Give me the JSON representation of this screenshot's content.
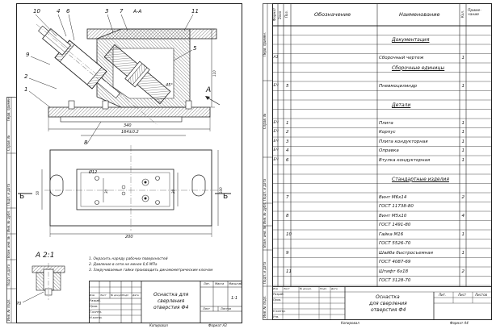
{
  "sheet1": {
    "callouts": [
      "10",
      "4",
      "6",
      "3",
      "7",
      "11",
      "9",
      "5",
      "2",
      "1",
      "8",
      "A"
    ],
    "section_label": "A-A",
    "view_label": "A 2:1",
    "section_arrow": "Б",
    "dims": {
      "d340": "340",
      "d164": "164±0.2",
      "d200": "200",
      "d70": "70",
      "d50": "50",
      "d20": "20",
      "d30": "30",
      "d100": "100",
      "d110": "110",
      "d45": "45°",
      "phi12": "Ø12"
    },
    "notes": [
      "1. Окрасить наряду рабочих поверхностей",
      "2. Давление в сети не менее 0,6 МПа",
      "3. Закручиваемые гайки производить динамометрическим ключом"
    ],
    "title_block": {
      "title": [
        "Оснастка для",
        "сверления",
        "отверстия Ф4"
      ],
      "lit_header": "Лит.",
      "mass_header": "Масса",
      "scale_header": "Масштаб",
      "scale_value": "1:1",
      "sheet_label": "Лист",
      "sheets_label": "Листов",
      "roles": [
        "Разраб.",
        "Пров.",
        "Т.контр.",
        "Н.контр.",
        "Утв."
      ],
      "cols": [
        "Изм",
        "Лист",
        "№ докум.",
        "Подп",
        "Дата"
      ]
    },
    "footer": {
      "copied": "Копировал",
      "format": "Формат А3"
    },
    "margin_labels": [
      "Перв. примен.",
      "Справ. №",
      "Подп. и дата",
      "Инв. № дубл.",
      "Взам. инв. №",
      "Подп. и дата",
      "Инв. № подл."
    ]
  },
  "sheet2": {
    "headers": {
      "format": "Формат",
      "zone": "Зона",
      "pos": "Поз.",
      "designation": "Обозначение",
      "name": "Наименование",
      "qty": "Кол.",
      "note": "Приме-чание"
    },
    "rows": [
      {
        "f": "",
        "p": "",
        "name": "",
        "q": "",
        "heading": false
      },
      {
        "f": "",
        "p": "",
        "name": "Документация",
        "q": "",
        "heading": true
      },
      {
        "f": "",
        "p": "",
        "name": "",
        "q": "",
        "heading": false
      },
      {
        "f": "А1",
        "p": "",
        "name": "Сборочный чертеж",
        "q": "1",
        "heading": false
      },
      {
        "f": "",
        "p": "",
        "name": "Сборочные единицы",
        "q": "",
        "heading": true
      },
      {
        "f": "",
        "p": "",
        "name": "",
        "q": "",
        "heading": false
      },
      {
        "f": "БЧ",
        "p": "5",
        "name": "Пневмоцилиндр",
        "q": "1",
        "heading": false
      },
      {
        "f": "",
        "p": "",
        "name": "",
        "q": "",
        "heading": false
      },
      {
        "f": "",
        "p": "",
        "name": "Детали",
        "q": "",
        "heading": true
      },
      {
        "f": "",
        "p": "",
        "name": "",
        "q": "",
        "heading": false
      },
      {
        "f": "БЧ",
        "p": "1",
        "name": "Плита",
        "q": "1",
        "heading": false
      },
      {
        "f": "БЧ",
        "p": "2",
        "name": "Корпус",
        "q": "1",
        "heading": false
      },
      {
        "f": "БЧ",
        "p": "3",
        "name": "Плита кондукторная",
        "q": "1",
        "heading": false
      },
      {
        "f": "БЧ",
        "p": "4",
        "name": "Оправка",
        "q": "1",
        "heading": false
      },
      {
        "f": "БЧ",
        "p": "6",
        "name": "Втулка кондукторная",
        "q": "1",
        "heading": false
      },
      {
        "f": "",
        "p": "",
        "name": "",
        "q": "",
        "heading": false
      },
      {
        "f": "",
        "p": "",
        "name": "Стандартные изделия",
        "q": "",
        "heading": true
      },
      {
        "f": "",
        "p": "",
        "name": "",
        "q": "",
        "heading": false
      },
      {
        "f": "",
        "p": "7",
        "name": "Винт М6х14",
        "q": "2",
        "heading": false
      },
      {
        "f": "",
        "p": "",
        "name": "ГОСТ 11738-80",
        "q": "",
        "heading": false
      },
      {
        "f": "",
        "p": "8",
        "name": "Винт М5х10",
        "q": "4",
        "heading": false
      },
      {
        "f": "",
        "p": "",
        "name": "ГОСТ 1491-80",
        "q": "",
        "heading": false
      },
      {
        "f": "",
        "p": "10",
        "name": "Гайка М16",
        "q": "1",
        "heading": false
      },
      {
        "f": "",
        "p": "",
        "name": "ГОСТ 5526-70",
        "q": "",
        "heading": false
      },
      {
        "f": "",
        "p": "9",
        "name": "Шайба быстросъемная",
        "q": "1",
        "heading": false
      },
      {
        "f": "",
        "p": "",
        "name": "ГОСТ 4087-69",
        "q": "",
        "heading": false
      },
      {
        "f": "",
        "p": "11",
        "name": "Штифт 6х18",
        "q": "2",
        "heading": false
      },
      {
        "f": "",
        "p": "",
        "name": "ГОСТ 3128-70",
        "q": "",
        "heading": false
      }
    ],
    "title_block": {
      "title": [
        "Оснастка",
        "для сверления",
        "отверстия Ф4"
      ],
      "cols": [
        "Изм",
        "Лист",
        "№ докум.",
        "Подп.",
        "Дата"
      ],
      "roles": [
        "Разраб.",
        "Пров.",
        "",
        "Н.контр.",
        "Утв."
      ],
      "lit": "Лит.",
      "sheet": "Лист",
      "sheets": "Листов"
    },
    "footer": {
      "copied": "Копировал",
      "format": "Формат А4"
    },
    "margin_labels": [
      "Перв. примен.",
      "Справ. №",
      "Подп. и дата",
      "Инв. № дубл.",
      "Взам. инв. №",
      "Подп. и дата",
      "Инв. № подл."
    ]
  }
}
